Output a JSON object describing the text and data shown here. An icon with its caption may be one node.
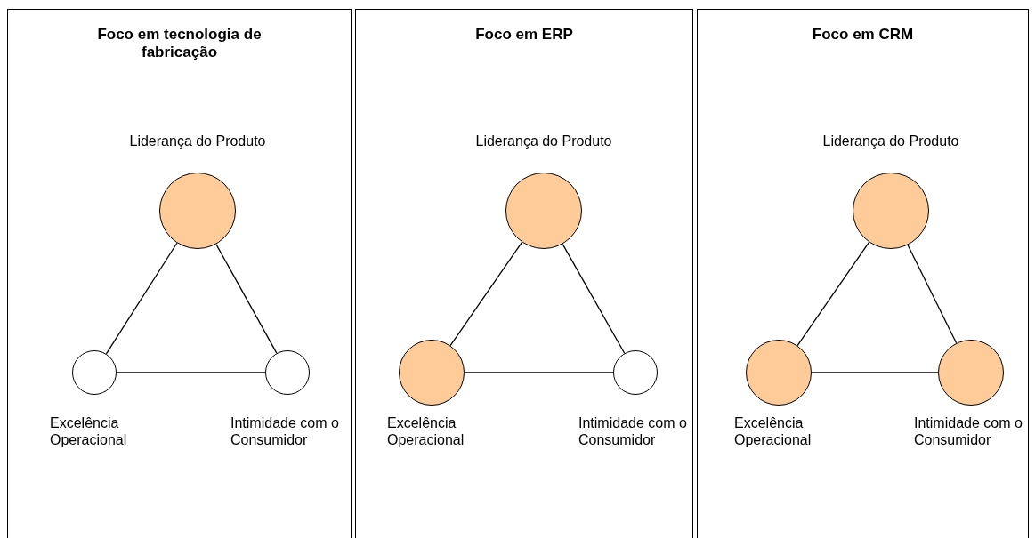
{
  "diagram": {
    "nodes": [
      {
        "text": [
          "Foco em tecnologia de fabricação"
        ]
      },
      {
        "text": [],
        "shape": "circle",
        "beside": [
          "Liderança do Produto"
        ],
        "in": 0
      },
      {
        "text": [],
        "shape": "circle",
        "beside": [
          "Excelência Operacional"
        ],
        "in": 0
      },
      {
        "text": [],
        "shape": "circle",
        "beside": [
          "Intimidade com o Consumidor"
        ],
        "in": 0
      },
      {
        "text": [
          "Foco em ERP"
        ]
      },
      {
        "text": [],
        "shape": "circle",
        "beside": [
          "Liderança do Produto"
        ],
        "in": 4
      },
      {
        "text": [],
        "shape": "circle",
        "beside": [
          "Excelência Operacional"
        ],
        "in": 4
      },
      {
        "text": [],
        "shape": "circle",
        "beside": [
          "Intimidade com o Consumidor"
        ],
        "in": 4
      },
      {
        "text": [
          "Foco em CRM"
        ]
      },
      {
        "text": [],
        "shape": "circle",
        "beside": [
          "Liderança do Produto"
        ],
        "in": 8
      },
      {
        "text": [],
        "shape": "circle",
        "beside": [
          "Excelência Operacional"
        ],
        "in": 8
      },
      {
        "text": [],
        "shape": "circle",
        "beside": [
          "Intimidade com o Consumidor"
        ],
        "in": 8
      }
    ],
    "edges": [
      {
        "from": 1,
        "to": 2,
        "arrow": "none"
      },
      {
        "from": 1,
        "to": 3,
        "arrow": "none"
      },
      {
        "from": 2,
        "to": 3,
        "arrow": "none"
      },
      {
        "from": 5,
        "to": 6,
        "arrow": "none"
      },
      {
        "from": 5,
        "to": 7,
        "arrow": "none"
      },
      {
        "from": 6,
        "to": 7,
        "arrow": "none"
      },
      {
        "from": 9,
        "to": 10,
        "arrow": "none"
      },
      {
        "from": 9,
        "to": 11,
        "arrow": "none"
      },
      {
        "from": 10,
        "to": 11,
        "arrow": "none"
      }
    ]
  }
}
